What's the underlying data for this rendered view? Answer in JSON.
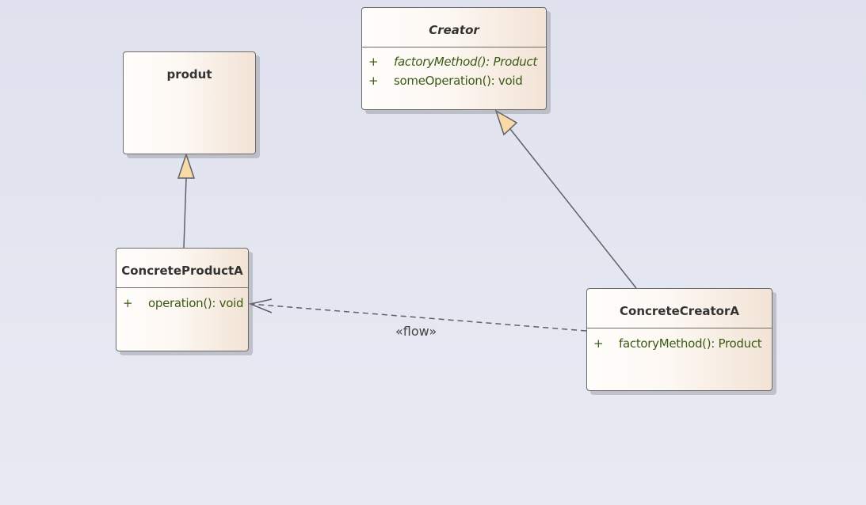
{
  "diagram": {
    "type": "UML class diagram",
    "classes": [
      {
        "id": "creator",
        "name": "Creator",
        "abstract": true,
        "operations": [
          {
            "visibility": "+",
            "signature": "factoryMethod(): Product",
            "abstract": true
          },
          {
            "visibility": "+",
            "signature": "someOperation(): void",
            "abstract": false
          }
        ]
      },
      {
        "id": "produt",
        "name": "produt",
        "abstract": false,
        "operations": []
      },
      {
        "id": "concrete-product-a",
        "name": "ConcreteProductA",
        "abstract": false,
        "operations": [
          {
            "visibility": "+",
            "signature": "operation(): void",
            "abstract": false
          }
        ]
      },
      {
        "id": "concrete-creator-a",
        "name": "ConcreteCreatorA",
        "abstract": false,
        "operations": [
          {
            "visibility": "+",
            "signature": "factoryMethod(): Product",
            "abstract": false
          }
        ]
      }
    ],
    "relations": [
      {
        "type": "generalization",
        "from": "ConcreteProductA",
        "to": "produt"
      },
      {
        "type": "generalization",
        "from": "ConcreteCreatorA",
        "to": "Creator"
      },
      {
        "type": "dependency",
        "from": "ConcreteCreatorA",
        "to": "ConcreteProductA",
        "stereotype": "«flow»"
      }
    ]
  },
  "colors": {
    "arrowhead_fill": "#f8d9a8",
    "line": "#5f6068",
    "operation_text": "#3a5a14"
  }
}
